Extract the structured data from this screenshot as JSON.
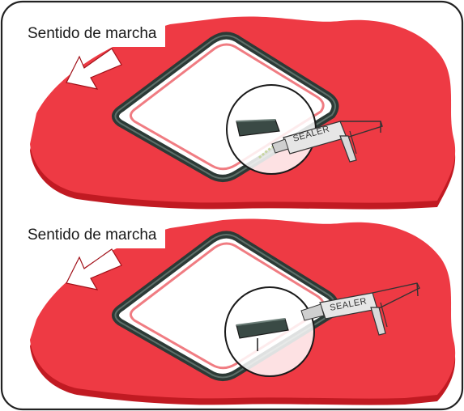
{
  "panels": [
    {
      "direction_label": "Sentido de marcha",
      "gun_label": "SEALER"
    },
    {
      "direction_label": "Sentido de marcha",
      "gun_label": "SEALER"
    }
  ],
  "colors": {
    "panel_fill": "#ee3a44",
    "panel_edge": "#c11a22",
    "gasket": "#2c3a36",
    "arrow_fill": "#ffffff",
    "frame_stroke": "#222222"
  }
}
